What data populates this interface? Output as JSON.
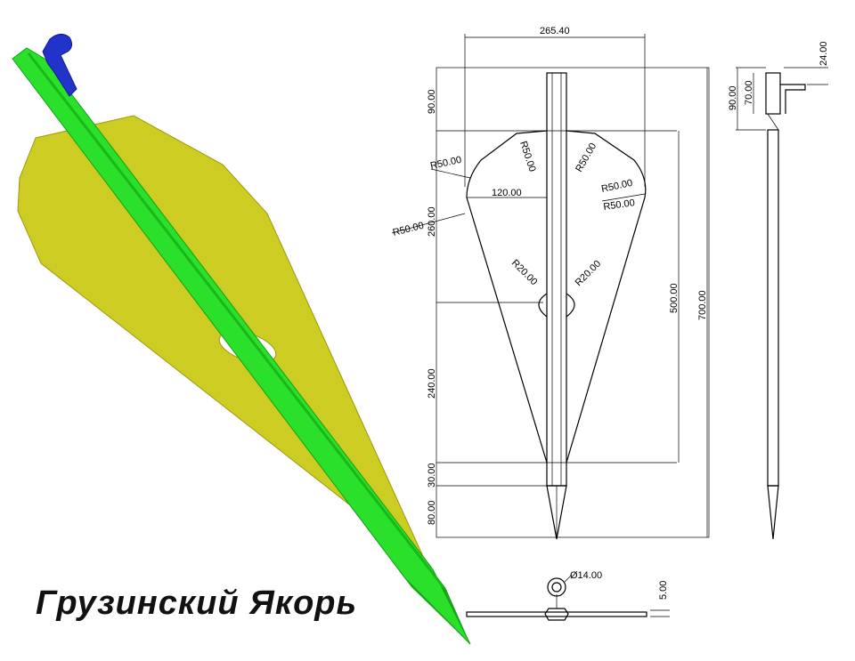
{
  "title": "Грузинский  Якорь",
  "dimensions": {
    "width_top": "265.40",
    "top_height": "90.00",
    "radius_a": "R50.00",
    "radius_b": "R50.00",
    "radius_c": "R50.00",
    "radius_d": "R50.00",
    "radius_e": "R50.00",
    "radius_f": "R50.00",
    "half_width": "120.00",
    "blade_upper_height": "260.00",
    "hole_radius_left": "R20.00",
    "hole_radius_right": "R20.00",
    "blade_lower_height": "240.00",
    "blade_total": "500.00",
    "overall_length": "700.00",
    "gap": "30.00",
    "tip": "80.00",
    "side_total_head": "90.00",
    "side_hook": "70.00",
    "side_offset": "24.00",
    "eye_diameter": "Ø14.00",
    "plate_thickness": "5.00"
  },
  "colors": {
    "plate": "#cfcf1f",
    "rod": "#22dd22",
    "hook": "#2233cc"
  }
}
